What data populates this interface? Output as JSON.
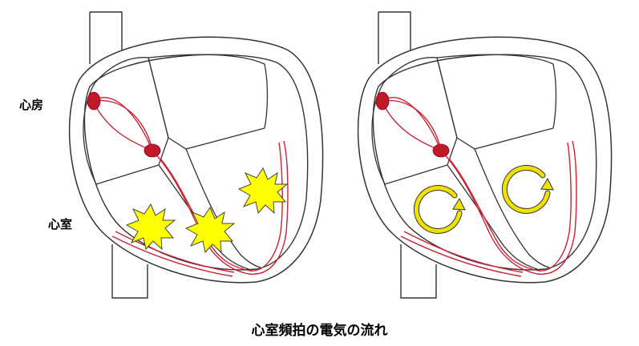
{
  "labels": {
    "atrium": "心房",
    "ventricle": "心室"
  },
  "caption": "心室頻拍の電気の流れ",
  "colors": {
    "outline": "#333333",
    "conduction": "#cc2233",
    "node": "#c0192a",
    "burst_fill": "#ffff00",
    "burst_stroke": "#444444",
    "reentry_arrow": "#f0e100",
    "reentry_outline": "#333333"
  },
  "icons": {
    "burst": "yellow-starburst-icon",
    "reentry": "circular-arrow-icon"
  }
}
